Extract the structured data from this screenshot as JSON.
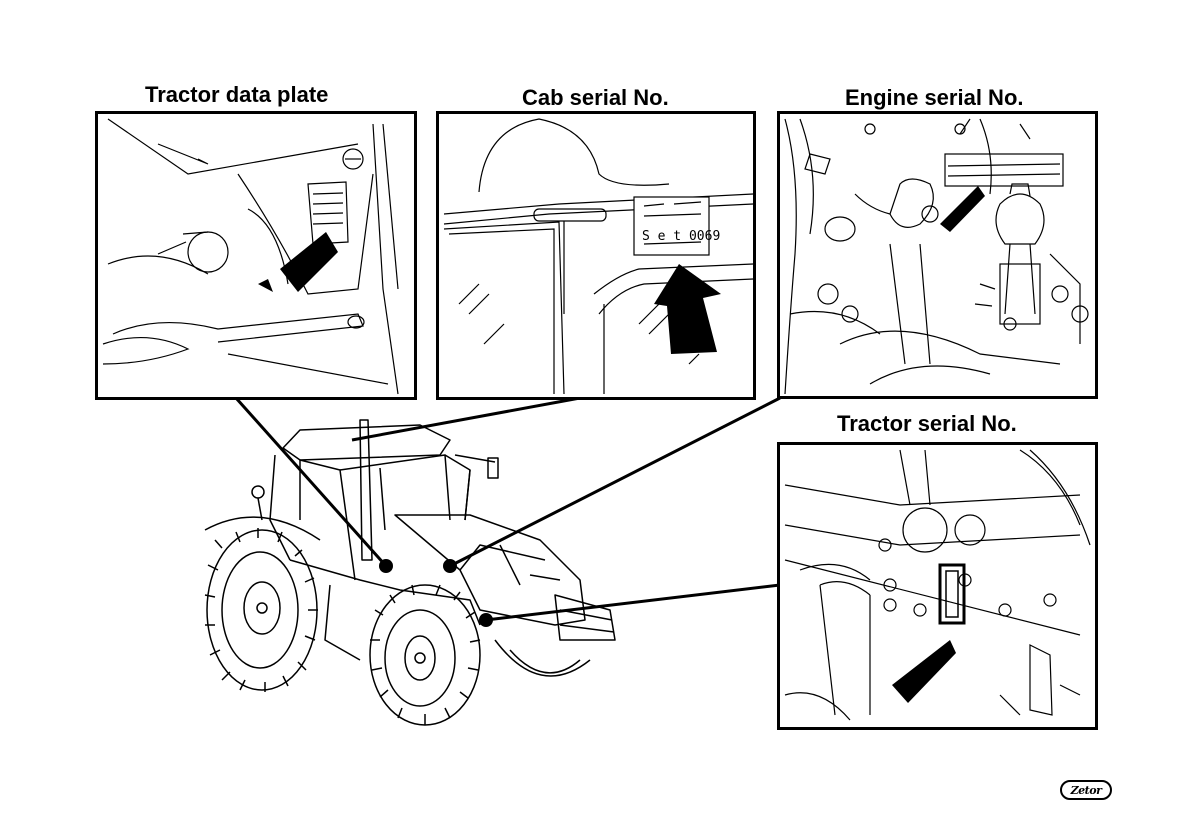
{
  "panels": {
    "data_plate": {
      "title": "Tractor data plate"
    },
    "cab": {
      "title": "Cab serial No.",
      "plate_text": "S e t   0069"
    },
    "engine": {
      "title": "Engine serial No."
    },
    "tractor_serial": {
      "title": "Tractor serial No."
    }
  },
  "logo": {
    "text": "Zetor"
  }
}
